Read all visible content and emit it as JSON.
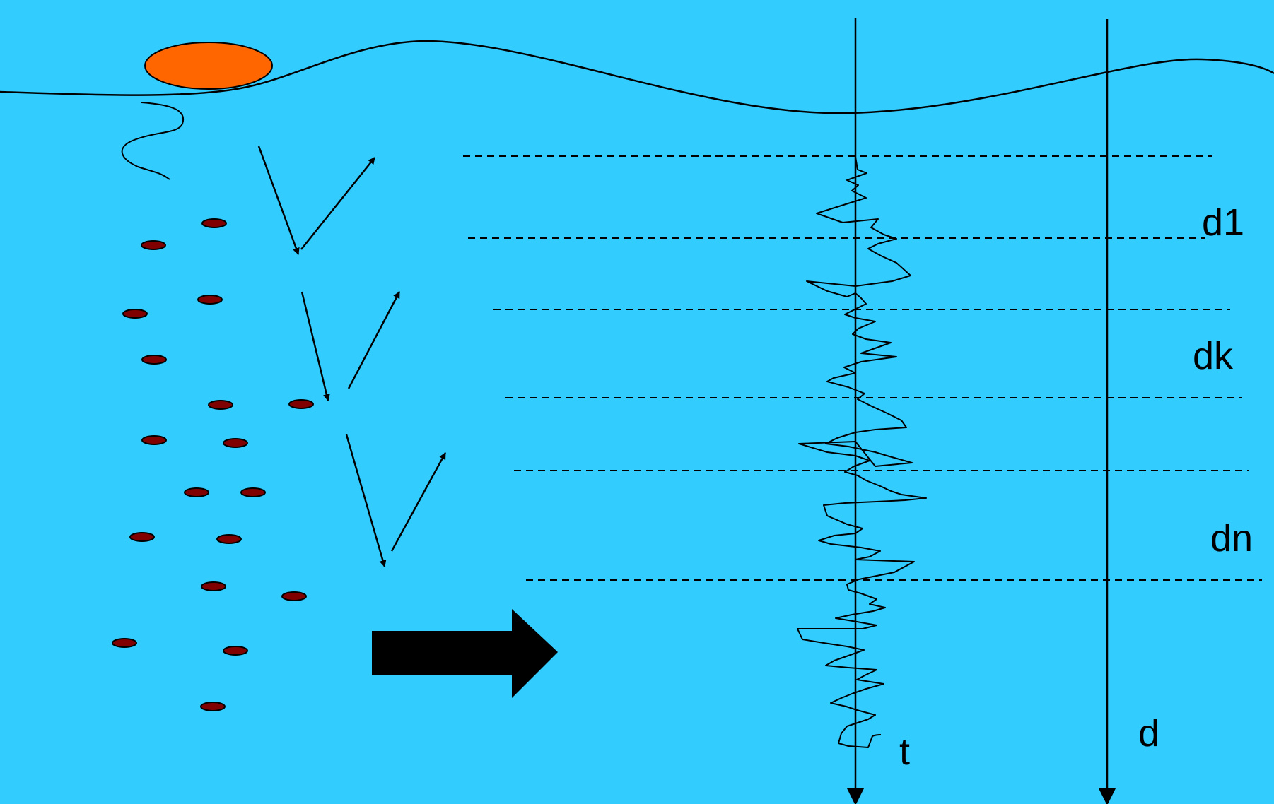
{
  "background_color": "#33ccff",
  "labels": {
    "d1": "d1",
    "dk": "dk",
    "dn": "dn",
    "t_axis": "t",
    "d_axis": "d"
  },
  "colors": {
    "sun": "#ff6600",
    "particles": "#800000",
    "ink": "#000000"
  },
  "icons": {
    "sun": "orange-ellipse-icon",
    "arrow": "right-arrow-icon"
  }
}
